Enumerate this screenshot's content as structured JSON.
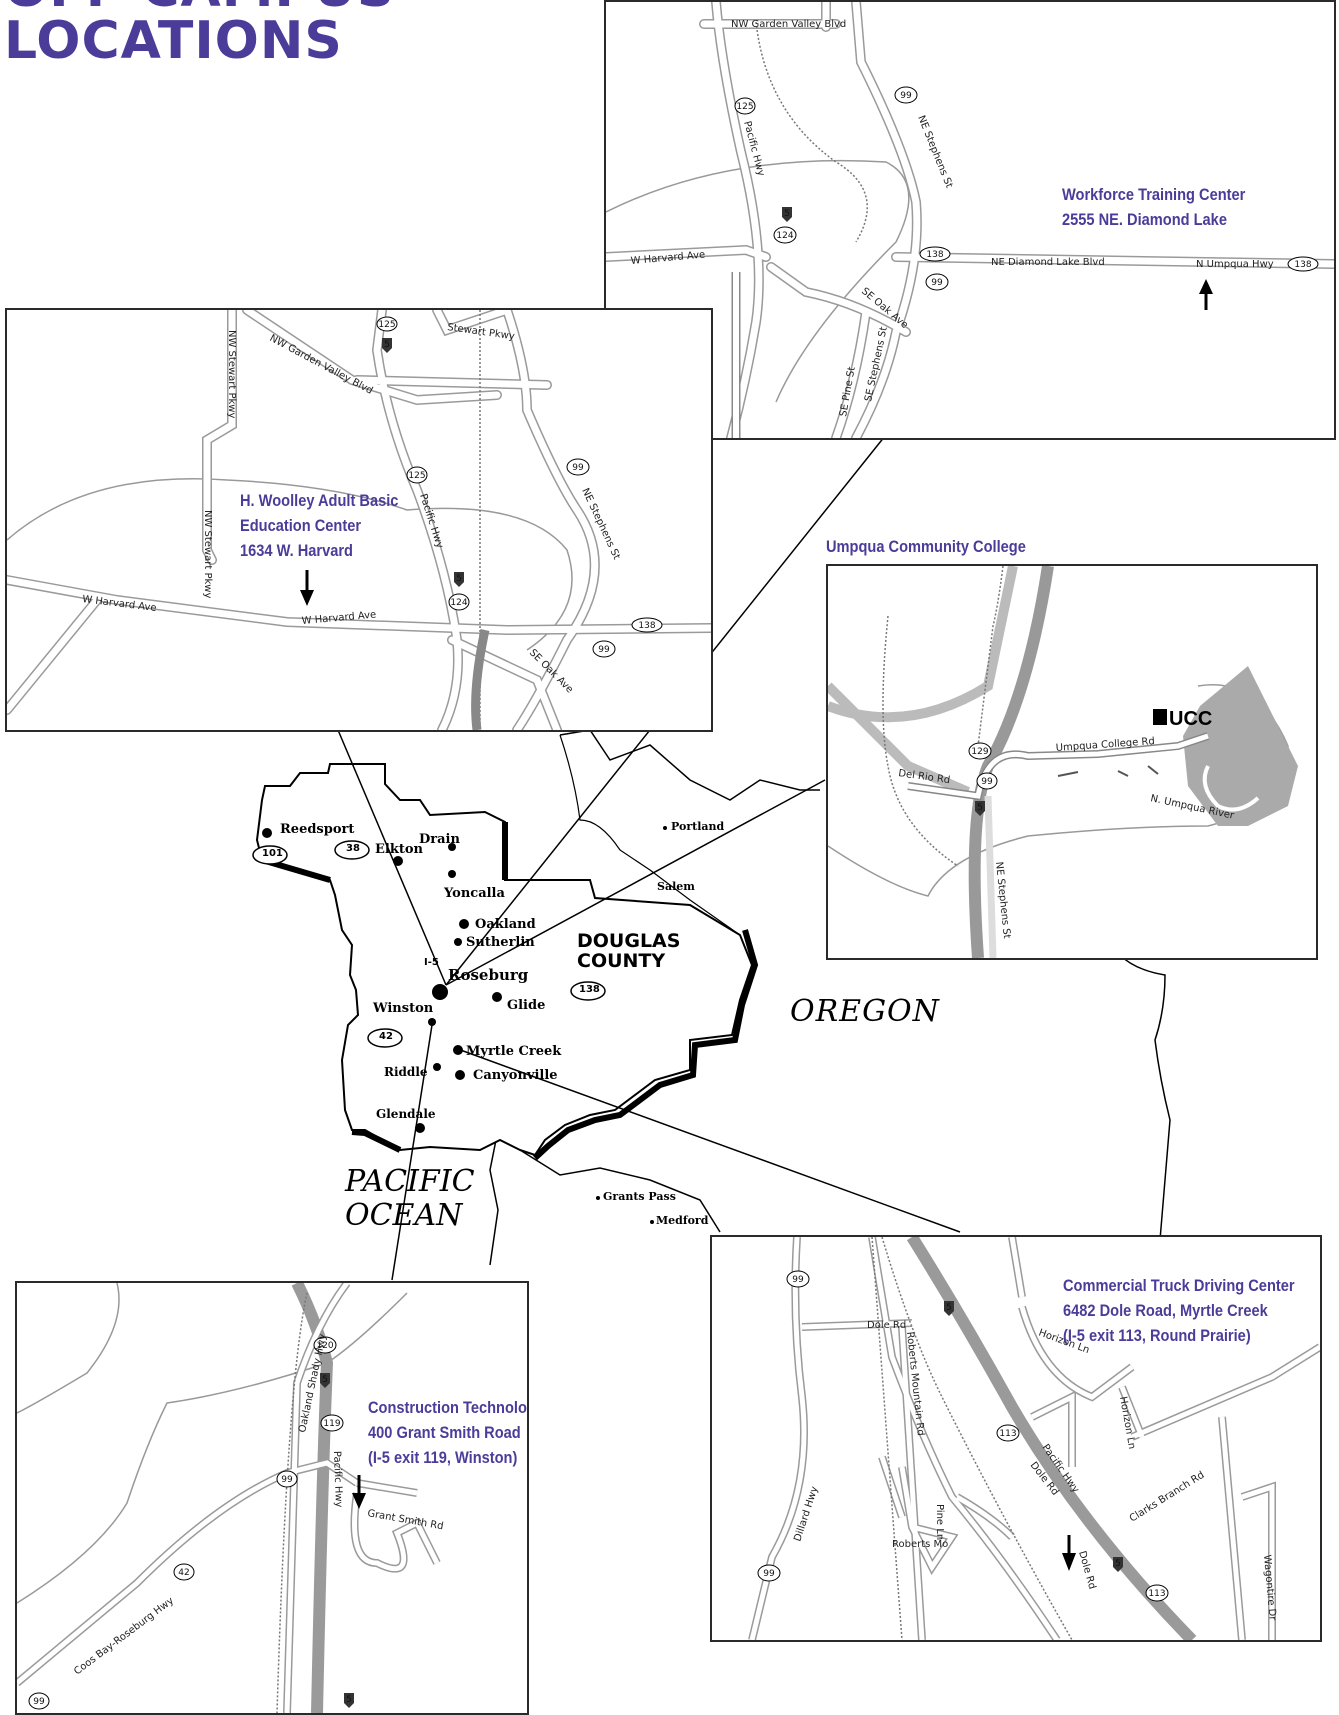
{
  "page": {
    "title_line1": "OFF CAMPUS",
    "title_line2": "LOCATIONS",
    "accent_color": "#4b3c99"
  },
  "overview_map": {
    "county_label_1": "DOUGLAS",
    "county_label_2": "COUNTY",
    "state_label": "OREGON",
    "ocean_label_1": "PACIFIC",
    "ocean_label_2": "OCEAN",
    "towns": [
      "Reedsport",
      "Drain",
      "Elkton",
      "Yoncalla",
      "Oakland",
      "Sutherlin",
      "Roseburg",
      "Glide",
      "Winston",
      "Myrtle Creek",
      "Riddle",
      "Canyonville",
      "Glendale"
    ],
    "outside_towns": [
      "Portland",
      "Salem",
      "Grants Pass",
      "Medford"
    ],
    "highway_labels": [
      "101",
      "38",
      "138",
      "42",
      "I-5"
    ]
  },
  "panels": {
    "workforce": {
      "caption": [
        "Workforce Training Center",
        "2555 NE. Diamond Lake"
      ],
      "roads": [
        "NW Garden Valley Blvd",
        "W Harvard Ave",
        "NE Diamond Lake Blvd",
        "N Umpqua Hwy",
        "Pacific Hwy",
        "NE Stephens St",
        "SE Oak Ave",
        "SE Pine St",
        "SE Stephens St"
      ],
      "shields": [
        "99",
        "125",
        "5",
        "124",
        "138",
        "99",
        "138"
      ]
    },
    "woolley": {
      "caption": [
        "H. Woolley Adult Basic",
        "Education Center",
        "1634 W. Harvard"
      ],
      "roads": [
        "NW Stewart Pkwy",
        "NW Garden Valley Blvd",
        "Stewart Pkwy",
        "W Harvard Ave",
        "W Harvard Ave",
        "NW Stewart Pkwy",
        "Pacific Hwy",
        "NE Stephens St",
        "SE Oak Ave"
      ],
      "shields": [
        "125",
        "5",
        "125",
        "99",
        "5",
        "124",
        "138",
        "99"
      ]
    },
    "ucc": {
      "title": "Umpqua Community College",
      "logo_text": "UCC",
      "roads": [
        "Umpqua College Rd",
        "Del Rio Rd",
        "N. Umpqua River",
        "NE Stephens St"
      ],
      "shields": [
        "129",
        "99",
        "5"
      ]
    },
    "construction": {
      "caption": [
        "Construction Technology Center",
        "400 Grant Smith Road",
        "(I-5 exit 119, Winston)"
      ],
      "roads": [
        "Grant Smith Rd",
        "Pacific Hwy",
        "Oakland Shady Hwy",
        "Coos Bay-Roseburg Hwy"
      ],
      "shields": [
        "120",
        "5",
        "119",
        "99",
        "42",
        "99",
        "5"
      ]
    },
    "truck": {
      "caption": [
        "Commercial Truck Driving Center",
        "6482 Dole Road, Myrtle Creek",
        "(I-5 exit 113, Round Prairie)"
      ],
      "roads": [
        "Dole Rd",
        "Dole Rd",
        "Dole Rd",
        "Horizon Ln",
        "Horizon Ln",
        "Roberts Mountain Rd",
        "Pacific Hwy",
        "Clarks Branch Rd",
        "Wagontire Dr",
        "Dillard Hwy",
        "Roberts Mtn Rd",
        "Pine Ln"
      ],
      "shields": [
        "99",
        "5",
        "113",
        "99",
        "5",
        "113"
      ]
    }
  }
}
